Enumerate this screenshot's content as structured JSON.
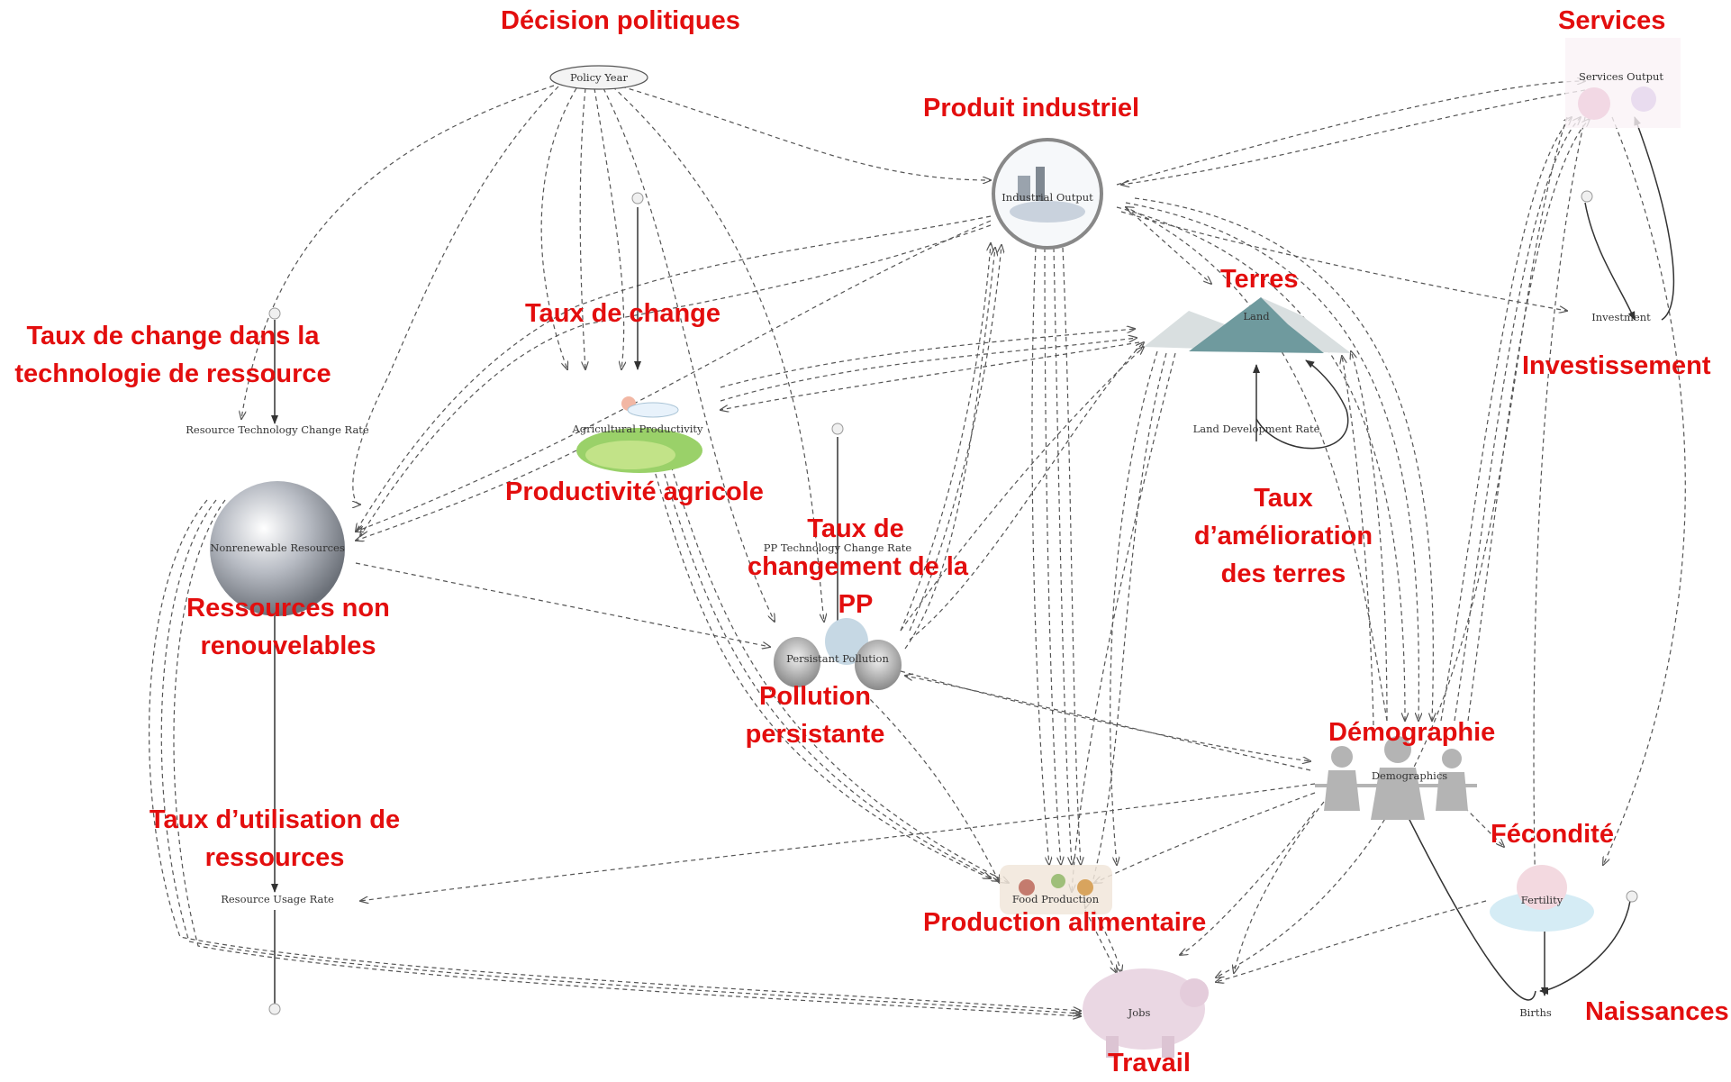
{
  "nodes": {
    "policy_year": "Policy Year",
    "industrial_output": "Industrial Output",
    "services_output": "Services Output",
    "land": "Land",
    "investment": "Investment",
    "land_development_rate": "Land Development Rate",
    "agricultural_productivity": "Agricultural Productivity",
    "resource_technology_change_rate": "Resource Technology Change Rate",
    "nonrenewable_resources": "Nonrenewable Resources",
    "pp_technology_change_rate": "PP Technology Change Rate",
    "persistent_pollution": "Persistant Pollution",
    "demographics": "Demographics",
    "food_production": "Food Production",
    "resource_usage_rate": "Resource Usage Rate",
    "fertility": "Fertility",
    "births": "Births",
    "jobs": "Jobs"
  },
  "labels": {
    "decision_politiques": "Décision politiques",
    "produit_industriel": "Produit industriel",
    "services": "Services",
    "terres": "Terres",
    "taux_de_change": "Taux de change",
    "taux_technologie_ressource_1": "Taux de change dans la",
    "taux_technologie_ressource_2": "technologie de ressource",
    "investissement": "Investissement",
    "productivite_agricole": "Productivité agricole",
    "taux_amelioration_terres_1": "Taux",
    "taux_amelioration_terres_2": "d’amélioration",
    "taux_amelioration_terres_3": "des terres",
    "taux_changement_pp_1": "Taux de",
    "taux_changement_pp_2": "changement de la",
    "taux_changement_pp_3": "PP",
    "ressources_non_renouvelables_1": "Ressources non",
    "ressources_non_renouvelables_2": "renouvelables",
    "pollution_persistante_1": "Pollution",
    "pollution_persistante_2": "persistante",
    "demographie": "Démographie",
    "taux_utilisation_ressources_1": "Taux d’utilisation de",
    "taux_utilisation_ressources_2": "ressources",
    "fecondite": "Fécondité",
    "production_alimentaire": "Production alimentaire",
    "naissances": "Naissances",
    "travail": "Travail"
  },
  "colors": {
    "annotation": "#e30e0e",
    "edge": "#555555"
  }
}
